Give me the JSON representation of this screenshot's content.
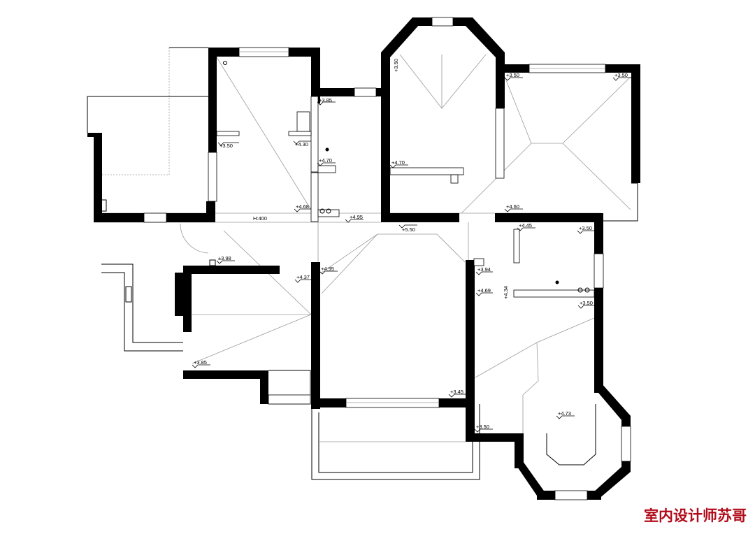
{
  "plan": {
    "height_note": "H:400",
    "elevation_labels": [
      "+3.50",
      "+4.30",
      "+3.85",
      "+4.70",
      "+4.68",
      "+4.95",
      "+3.50",
      "+4.70",
      "+5.50",
      "+3.50",
      "+3.50",
      "+4.60",
      "+4.45",
      "+3.50",
      "±3.98",
      "+4.37",
      "+4.95",
      "+3.94",
      "+4.69",
      "+4.34",
      "+3.50",
      "+3.85",
      "+3.45",
      "+3.50",
      "+4.73"
    ]
  },
  "watermark": "室内设计师苏哥"
}
